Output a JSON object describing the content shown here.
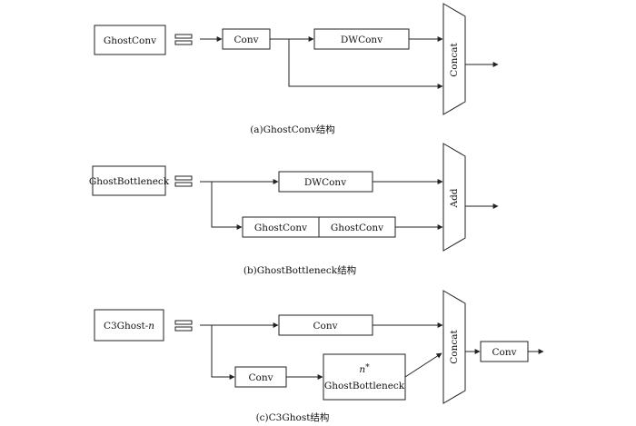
{
  "diagram_a": {
    "input_label": "GhostConv",
    "conv_label": "Conv",
    "dwconv_label": "DWConv",
    "merge_label": "Concat",
    "caption": "(a)GhostConv结构"
  },
  "diagram_b": {
    "input_label": "GhostBottleneck",
    "dwconv_label": "DWConv",
    "ghostconv1_label": "GhostConv",
    "ghostconv2_label": "GhostConv",
    "merge_label": "Add",
    "caption": "(b)GhostBottleneck结构"
  },
  "diagram_c": {
    "input_label_prefix": "C3Ghost-",
    "input_label_var": "n",
    "conv_top_label": "Conv",
    "conv_low_label": "Conv",
    "repeat_var": "n",
    "repeat_star": "*",
    "bottleneck_label": "GhostBottleneck",
    "merge_label": "Concat",
    "conv_out_label": "Conv",
    "caption": "(c)C3Ghost结构"
  }
}
